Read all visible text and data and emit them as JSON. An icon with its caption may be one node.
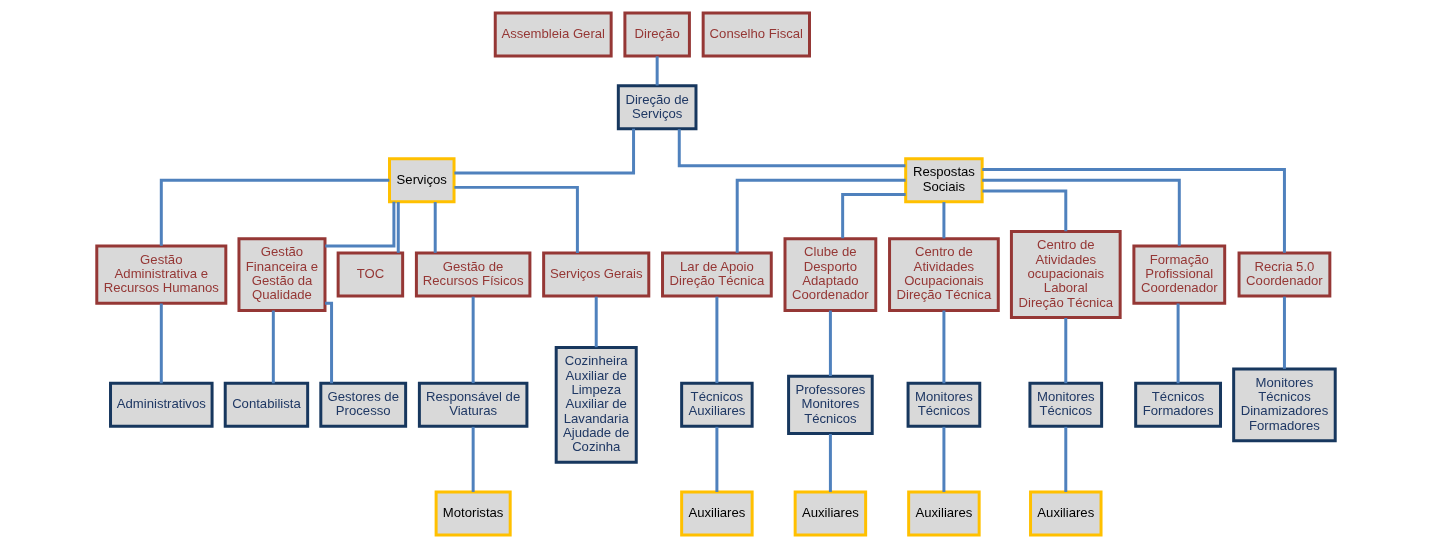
{
  "diagram": {
    "nodes": [
      {
        "text": [
          "Assembleia Geral"
        ]
      },
      {
        "text": [
          "Direção"
        ]
      },
      {
        "text": [
          "Conselho Fiscal"
        ]
      },
      {
        "text": [
          "Direção de Serviços"
        ]
      },
      {
        "text": [
          "Serviços"
        ]
      },
      {
        "text": [
          "Respostas Sociais"
        ]
      },
      {
        "text": [
          "Gestão Administrativa e Recursos Humanos"
        ]
      },
      {
        "text": [
          "Gestão Financeira e Gestão da Qualidade"
        ]
      },
      {
        "text": [
          "TOC"
        ]
      },
      {
        "text": [
          "Gestão de Recursos Físicos"
        ]
      },
      {
        "text": [
          "Serviços Gerais"
        ]
      },
      {
        "text": [
          "Lar de Apoio",
          "Direção Técnica"
        ]
      },
      {
        "text": [
          "Clube de Desporto Adaptado",
          "Coordenador"
        ]
      },
      {
        "text": [
          "Centro de Atividades Ocupacionais",
          "Direção Técnica"
        ]
      },
      {
        "text": [
          "Centro de Atividades ocupacionais Laboral",
          "Direção Técnica"
        ]
      },
      {
        "text": [
          "Formação Profissional",
          "Coordenador"
        ]
      },
      {
        "text": [
          "Recria 5.0",
          "Coordenador"
        ]
      },
      {
        "text": [
          "Administrativos"
        ]
      },
      {
        "text": [
          "Contabilista"
        ]
      },
      {
        "text": [
          "Gestores de Processo"
        ]
      },
      {
        "text": [
          "Responsável de Viaturas"
        ]
      },
      {
        "text": [
          "Cozinheira",
          "Auxiliar de Limpeza",
          "Auxiliar de Lavandaria",
          "Ajudade de Cozinha"
        ]
      },
      {
        "text": [
          "Técnicos",
          "Auxiliares"
        ]
      },
      {
        "text": [
          "Professores",
          "Monitores",
          "Técnicos"
        ]
      },
      {
        "text": [
          "Monitores",
          "Técnicos"
        ]
      },
      {
        "text": [
          "Monitores",
          "Técnicos"
        ]
      },
      {
        "text": [
          "Técnicos",
          "Formadores"
        ]
      },
      {
        "text": [
          "Monitores",
          "Técnicos",
          "Dinamizadores",
          "Formadores"
        ]
      },
      {
        "text": [
          "Motoristas"
        ]
      },
      {
        "text": [
          "Auxiliares"
        ]
      },
      {
        "text": [
          "Auxiliares"
        ]
      },
      {
        "text": [
          "Auxiliares"
        ]
      },
      {
        "text": [
          "Auxiliares"
        ]
      }
    ],
    "edges": [
      {
        "from": 1,
        "to": 3,
        "arrow": "none"
      },
      {
        "from": 3,
        "to": 4,
        "arrow": "none"
      },
      {
        "from": 3,
        "to": 5,
        "arrow": "none"
      },
      {
        "from": 4,
        "to": 6,
        "arrow": "none"
      },
      {
        "from": 4,
        "to": 7,
        "arrow": "none"
      },
      {
        "from": 4,
        "to": 8,
        "arrow": "none"
      },
      {
        "from": 4,
        "to": 9,
        "arrow": "none"
      },
      {
        "from": 4,
        "to": 10,
        "arrow": "none"
      },
      {
        "from": 5,
        "to": 11,
        "arrow": "none"
      },
      {
        "from": 5,
        "to": 12,
        "arrow": "none"
      },
      {
        "from": 5,
        "to": 13,
        "arrow": "none"
      },
      {
        "from": 5,
        "to": 14,
        "arrow": "none"
      },
      {
        "from": 5,
        "to": 15,
        "arrow": "none"
      },
      {
        "from": 5,
        "to": 16,
        "arrow": "none"
      },
      {
        "from": 6,
        "to": 17,
        "arrow": "none"
      },
      {
        "from": 7,
        "to": 18,
        "arrow": "none"
      },
      {
        "from": 7,
        "to": 19,
        "arrow": "none"
      },
      {
        "from": 9,
        "to": 20,
        "arrow": "none"
      },
      {
        "from": 10,
        "to": 21,
        "arrow": "none"
      },
      {
        "from": 11,
        "to": 22,
        "arrow": "none"
      },
      {
        "from": 12,
        "to": 23,
        "arrow": "none"
      },
      {
        "from": 13,
        "to": 24,
        "arrow": "none"
      },
      {
        "from": 14,
        "to": 25,
        "arrow": "none"
      },
      {
        "from": 15,
        "to": 26,
        "arrow": "none"
      },
      {
        "from": 16,
        "to": 27,
        "arrow": "none"
      },
      {
        "from": 20,
        "to": 28,
        "arrow": "none"
      },
      {
        "from": 22,
        "to": 29,
        "arrow": "none"
      },
      {
        "from": 23,
        "to": 30,
        "arrow": "none"
      },
      {
        "from": 24,
        "to": 31,
        "arrow": "none"
      },
      {
        "from": 25,
        "to": 32,
        "arrow": "none"
      }
    ]
  }
}
